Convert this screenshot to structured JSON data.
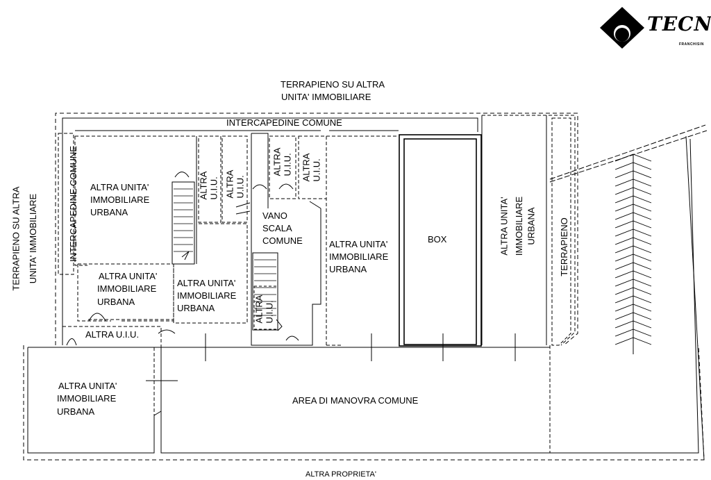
{
  "logo": {
    "brand": "TECNOC",
    "sub": "FRANCHISIN"
  },
  "labels": {
    "top_terrapieno_1": "TERRAPIENO SU ALTRA",
    "top_terrapieno_2": "UNITA' IMMOBILIARE",
    "left_terrapieno_1": "TERRAPIENO SU ALTRA",
    "left_terrapieno_2": "UNITA' IMMOBILIARE",
    "intercapedine_top": "INTERCAPEDINE COMUNE",
    "intercapedine_left": "INTERCAPEDINE COMUNE",
    "altra_uiu_abbr": "ALTRA\nU.I.U.",
    "altra_unita_1": "ALTRA UNITA'",
    "immobiliare": "IMMOBILIARE",
    "urbana": "URBANA",
    "vano_1": "VANO",
    "vano_2": "SCALA",
    "vano_3": "COMUNE",
    "box": "BOX",
    "terrapieno": "TERRAPIENO",
    "altra_uiu_line": "ALTRA U.I.U.",
    "area_manovra": "AREA DI MANOVRA COMUNE",
    "bottom_cut": "ALTRA PROPRIETA'"
  }
}
